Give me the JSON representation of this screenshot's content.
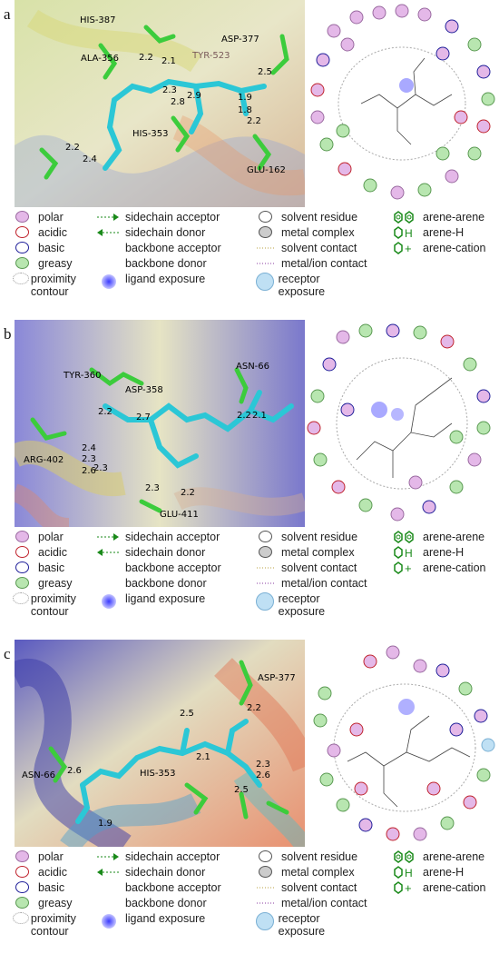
{
  "panels": [
    {
      "letter": "a",
      "residues": [
        "HIS-387",
        "ALA-356",
        "TYR-523",
        "ASP-377",
        "HIS-353",
        "GLU-162"
      ],
      "distances": [
        "2.2",
        "2.1",
        "2.5",
        "2.3",
        "2.9",
        "2.8",
        "1.9",
        "1.8",
        "2.2",
        "2.2",
        "2.4"
      ]
    },
    {
      "letter": "b",
      "residues": [
        "TYR-360",
        "ASP-358",
        "ASN-66",
        "ARG-402",
        "GLU-411"
      ],
      "distances": [
        "2.2",
        "2.7",
        "2.2",
        "2.1",
        "2.4",
        "2.3",
        "2.6",
        "2.3",
        "2.3",
        "2.2"
      ]
    },
    {
      "letter": "c",
      "residues": [
        "ASP-377",
        "ASN-66",
        "HIS-353"
      ],
      "distances": [
        "2.5",
        "2.2",
        "2.6",
        "2.1",
        "2.3",
        "2.6",
        "2.5",
        "1.9"
      ]
    }
  ],
  "legend": {
    "polar": "polar",
    "acidic": "acidic",
    "basic": "basic",
    "greasy": "greasy",
    "proximity_contour": "proximity contour",
    "sidechain_acceptor": "sidechain acceptor",
    "sidechain_donor": "sidechain donor",
    "backbone_acceptor": "backbone acceptor",
    "backbone_donor": "backbone donor",
    "ligand_exposure": "ligand exposure",
    "solvent_residue": "solvent residue",
    "metal_complex": "metal complex",
    "solvent_contact": "solvent contact",
    "metal_ion_contact": "metal/ion contact",
    "receptor_exposure": "receptor exposure",
    "arene_arene": "arene-arene",
    "arene_h": "arene-H",
    "arene_cation": "arene-cation"
  },
  "colors": {
    "polar": "#e4b8e8",
    "acidic": "#c0242e",
    "basic": "#20209a",
    "greasy": "#b8e6b0",
    "ligand_carbon": "#2bc7d6",
    "residue_carbon": "#3ccc3c",
    "arene_green": "#1a8a1a"
  }
}
